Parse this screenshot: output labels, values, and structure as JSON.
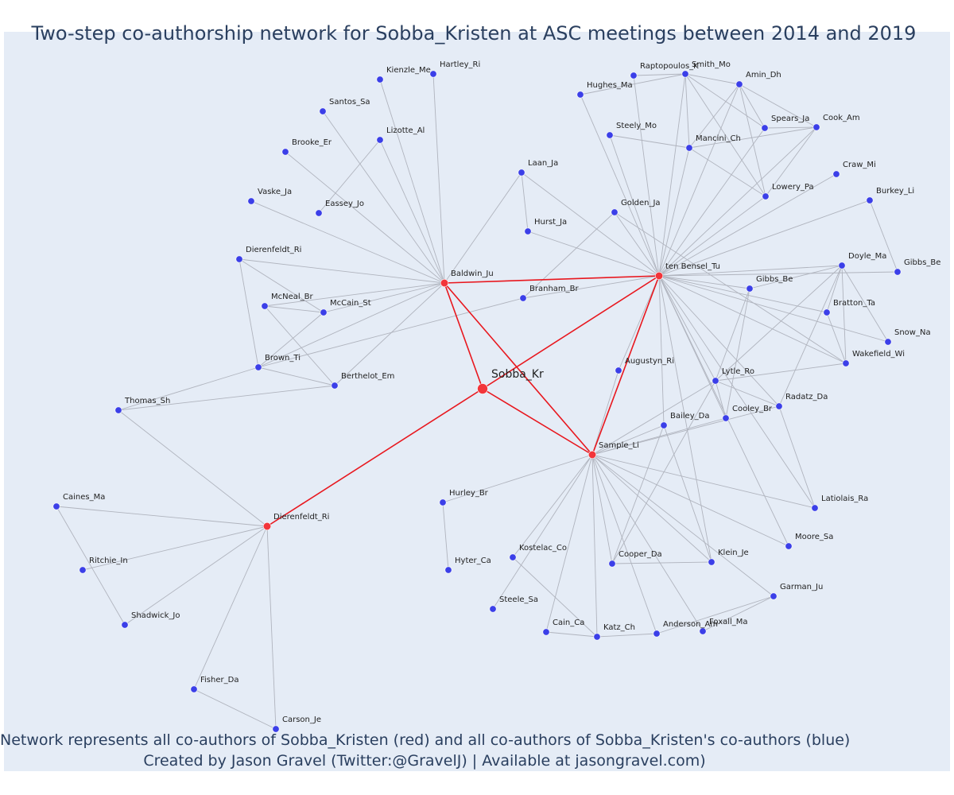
{
  "title": "Two-step co-authorship network for Sobba_Kristen at ASC meetings between 2014 and 2019",
  "caption": {
    "line1": "Network represents all co-authors of Sobba_Kristen (red) and all co-authors of Sobba_Kristen's co-authors (blue)",
    "line2": "Created by Jason Gravel (Twitter:@GravelJ) | Available at jasongravel.com)"
  },
  "colors": {
    "background": "#e5ecf6",
    "edge": "#b0b4be",
    "center_edge": "#e8171e",
    "center_node": "#f2353a",
    "coauthor_node": "#f2353a",
    "second_node": "#3b3fe8",
    "text": "#2a3f5f"
  },
  "nodes": [
    {
      "id": "sobba",
      "label": "Sobba_Kr",
      "group": "center"
    },
    {
      "id": "baldwin",
      "label": "Baldwin_Ju",
      "group": "coauthor"
    },
    {
      "id": "tenbensel",
      "label": "ten Bensel_Tu",
      "group": "coauthor"
    },
    {
      "id": "sample",
      "label": "Sample_Li",
      "group": "coauthor"
    },
    {
      "id": "dierenfeldt1",
      "label": "Dierenfeldt_Ri",
      "group": "coauthor"
    },
    {
      "id": "hartley",
      "label": "Hartley_Ri",
      "group": "second"
    },
    {
      "id": "kienzle",
      "label": "Kienzle_Me",
      "group": "second"
    },
    {
      "id": "santos",
      "label": "Santos_Sa",
      "group": "second"
    },
    {
      "id": "lizotte",
      "label": "Lizotte_Al",
      "group": "second"
    },
    {
      "id": "brooke",
      "label": "Brooke_Er",
      "group": "second"
    },
    {
      "id": "laan",
      "label": "Laan_Ja",
      "group": "second"
    },
    {
      "id": "vaske",
      "label": "Vaske_Ja",
      "group": "second"
    },
    {
      "id": "eassey",
      "label": "Eassey_Jo",
      "group": "second"
    },
    {
      "id": "hurst",
      "label": "Hurst_Ja",
      "group": "second"
    },
    {
      "id": "dierenfeldt2",
      "label": "Dierenfeldt_Ri",
      "group": "second"
    },
    {
      "id": "mcneal",
      "label": "McNeal_Br",
      "group": "second"
    },
    {
      "id": "mccain",
      "label": "McCain_St",
      "group": "second"
    },
    {
      "id": "branham",
      "label": "Branham_Br",
      "group": "second"
    },
    {
      "id": "brown",
      "label": "Brown_Ti",
      "group": "second"
    },
    {
      "id": "berthelot",
      "label": "Berthelot_Em",
      "group": "second"
    },
    {
      "id": "thomas",
      "label": "Thomas_Sh",
      "group": "second"
    },
    {
      "id": "raptopoulos",
      "label": "Raptopoulos_K",
      "group": "second"
    },
    {
      "id": "smith",
      "label": "Smith_Mo",
      "group": "second"
    },
    {
      "id": "amin",
      "label": "Amin_Dh",
      "group": "second"
    },
    {
      "id": "hughes",
      "label": "Hughes_Ma",
      "group": "second"
    },
    {
      "id": "spears",
      "label": "Spears_Ja",
      "group": "second"
    },
    {
      "id": "cook",
      "label": "Cook_Am",
      "group": "second"
    },
    {
      "id": "steely",
      "label": "Steely_Mo",
      "group": "second"
    },
    {
      "id": "mancini",
      "label": "Mancini_Ch",
      "group": "second"
    },
    {
      "id": "craw",
      "label": "Craw_Mi",
      "group": "second"
    },
    {
      "id": "lowery",
      "label": "Lowery_Pa",
      "group": "second"
    },
    {
      "id": "golden",
      "label": "Golden_Ja",
      "group": "second"
    },
    {
      "id": "burkey",
      "label": "Burkey_Li",
      "group": "second"
    },
    {
      "id": "doyle",
      "label": "Doyle_Ma",
      "group": "second"
    },
    {
      "id": "gibbs1",
      "label": "Gibbs_Be",
      "group": "second"
    },
    {
      "id": "gibbs2",
      "label": "Gibbs_Be",
      "group": "second"
    },
    {
      "id": "bratton",
      "label": "Bratton_Ta",
      "group": "second"
    },
    {
      "id": "snow",
      "label": "Snow_Na",
      "group": "second"
    },
    {
      "id": "wakefield",
      "label": "Wakefield_Wi",
      "group": "second"
    },
    {
      "id": "augustyn",
      "label": "Augustyn_Ri",
      "group": "second"
    },
    {
      "id": "lytle",
      "label": "Lytle_Ro",
      "group": "second"
    },
    {
      "id": "radatz",
      "label": "Radatz_Da",
      "group": "second"
    },
    {
      "id": "cooley",
      "label": "Cooley_Br",
      "group": "second"
    },
    {
      "id": "bailey",
      "label": "Bailey_Da",
      "group": "second"
    },
    {
      "id": "hurley",
      "label": "Hurley_Br",
      "group": "second"
    },
    {
      "id": "latiolais",
      "label": "Latiolais_Ra",
      "group": "second"
    },
    {
      "id": "hyter",
      "label": "Hyter_Ca",
      "group": "second"
    },
    {
      "id": "kostelac",
      "label": "Kostelac_Co",
      "group": "second"
    },
    {
      "id": "moore",
      "label": "Moore_Sa",
      "group": "second"
    },
    {
      "id": "cooper",
      "label": "Cooper_Da",
      "group": "second"
    },
    {
      "id": "klein",
      "label": "Klein_Je",
      "group": "second"
    },
    {
      "id": "garman",
      "label": "Garman_Ju",
      "group": "second"
    },
    {
      "id": "steele",
      "label": "Steele_Sa",
      "group": "second"
    },
    {
      "id": "cain",
      "label": "Cain_Ca",
      "group": "second"
    },
    {
      "id": "katz",
      "label": "Katz_Ch",
      "group": "second"
    },
    {
      "id": "anderson",
      "label": "Anderson_Am",
      "group": "second"
    },
    {
      "id": "foxall",
      "label": "Foxall_Ma",
      "group": "second"
    },
    {
      "id": "caines",
      "label": "Caines_Ma",
      "group": "second"
    },
    {
      "id": "ritchie",
      "label": "Ritchie_In",
      "group": "second"
    },
    {
      "id": "shadwick",
      "label": "Shadwick_Jo",
      "group": "second"
    },
    {
      "id": "fisher",
      "label": "Fisher_Da",
      "group": "second"
    },
    {
      "id": "carson",
      "label": "Carson_Je",
      "group": "second"
    }
  ],
  "edges": [
    [
      "sobba",
      "baldwin"
    ],
    [
      "sobba",
      "tenbensel"
    ],
    [
      "sobba",
      "sample"
    ],
    [
      "sobba",
      "dierenfeldt1"
    ],
    [
      "baldwin",
      "tenbensel"
    ],
    [
      "baldwin",
      "sample"
    ],
    [
      "tenbensel",
      "sample"
    ],
    [
      "baldwin",
      "hartley"
    ],
    [
      "baldwin",
      "kienzle"
    ],
    [
      "baldwin",
      "santos"
    ],
    [
      "baldwin",
      "lizotte"
    ],
    [
      "baldwin",
      "brooke"
    ],
    [
      "baldwin",
      "vaske"
    ],
    [
      "baldwin",
      "laan"
    ],
    [
      "baldwin",
      "dierenfeldt2"
    ],
    [
      "baldwin",
      "mccain"
    ],
    [
      "baldwin",
      "mcneal"
    ],
    [
      "baldwin",
      "brown"
    ],
    [
      "baldwin",
      "berthelot"
    ],
    [
      "lizotte",
      "eassey"
    ],
    [
      "laan",
      "hurst"
    ],
    [
      "laan",
      "tenbensel"
    ],
    [
      "hurst",
      "tenbensel"
    ],
    [
      "dierenfeldt2",
      "mccain"
    ],
    [
      "dierenfeldt2",
      "brown"
    ],
    [
      "mcneal",
      "mccain"
    ],
    [
      "mcneal",
      "berthelot"
    ],
    [
      "mccain",
      "brown"
    ],
    [
      "brown",
      "berthelot"
    ],
    [
      "brown",
      "thomas"
    ],
    [
      "thomas",
      "berthelot"
    ],
    [
      "thomas",
      "dierenfeldt1"
    ],
    [
      "branham",
      "tenbensel"
    ],
    [
      "branham",
      "brown"
    ],
    [
      "golden",
      "branham"
    ],
    [
      "tenbensel",
      "raptopoulos"
    ],
    [
      "tenbensel",
      "smith"
    ],
    [
      "tenbensel",
      "amin"
    ],
    [
      "tenbensel",
      "hughes"
    ],
    [
      "tenbensel",
      "spears"
    ],
    [
      "tenbensel",
      "cook"
    ],
    [
      "tenbensel",
      "steely"
    ],
    [
      "tenbensel",
      "mancini"
    ],
    [
      "tenbensel",
      "craw"
    ],
    [
      "tenbensel",
      "lowery"
    ],
    [
      "tenbensel",
      "golden"
    ],
    [
      "tenbensel",
      "burkey"
    ],
    [
      "tenbensel",
      "doyle"
    ],
    [
      "tenbensel",
      "gibbs1"
    ],
    [
      "tenbensel",
      "gibbs2"
    ],
    [
      "tenbensel",
      "bratton"
    ],
    [
      "tenbensel",
      "snow"
    ],
    [
      "tenbensel",
      "wakefield"
    ],
    [
      "tenbensel",
      "lytle"
    ],
    [
      "tenbensel",
      "radatz"
    ],
    [
      "tenbensel",
      "cooley"
    ],
    [
      "tenbensel",
      "bailey"
    ],
    [
      "tenbensel",
      "latiolais"
    ],
    [
      "tenbensel",
      "moore"
    ],
    [
      "tenbensel",
      "klein"
    ],
    [
      "tenbensel",
      "augustyn"
    ],
    [
      "golden",
      "wakefield"
    ],
    [
      "smith",
      "hughes"
    ],
    [
      "smith",
      "amin"
    ],
    [
      "smith",
      "spears"
    ],
    [
      "smith",
      "mancini"
    ],
    [
      "smith",
      "lowery"
    ],
    [
      "amin",
      "cook"
    ],
    [
      "amin",
      "spears"
    ],
    [
      "amin",
      "lowery"
    ],
    [
      "amin",
      "mancini"
    ],
    [
      "raptopoulos",
      "smith"
    ],
    [
      "cook",
      "mancini"
    ],
    [
      "cook",
      "lowery"
    ],
    [
      "cook",
      "spears"
    ],
    [
      "steely",
      "mancini"
    ],
    [
      "mancini",
      "lowery"
    ],
    [
      "burkey",
      "gibbs1"
    ],
    [
      "doyle",
      "gibbs2"
    ],
    [
      "doyle",
      "wakefield"
    ],
    [
      "doyle",
      "snow"
    ],
    [
      "doyle",
      "bratton"
    ],
    [
      "doyle",
      "lytle"
    ],
    [
      "doyle",
      "radatz"
    ],
    [
      "gibbs2",
      "cooley"
    ],
    [
      "gibbs2",
      "lytle"
    ],
    [
      "wakefield",
      "lytle"
    ],
    [
      "wakefield",
      "bratton"
    ],
    [
      "lytle",
      "radatz"
    ],
    [
      "lytle",
      "cooley"
    ],
    [
      "sample",
      "augustyn"
    ],
    [
      "sample",
      "lytle"
    ],
    [
      "sample",
      "cooley"
    ],
    [
      "sample",
      "bailey"
    ],
    [
      "sample",
      "radatz"
    ],
    [
      "sample",
      "hurley"
    ],
    [
      "sample",
      "latiolais"
    ],
    [
      "sample",
      "kostelac"
    ],
    [
      "sample",
      "moore"
    ],
    [
      "sample",
      "cooper"
    ],
    [
      "sample",
      "klein"
    ],
    [
      "sample",
      "steele"
    ],
    [
      "sample",
      "cain"
    ],
    [
      "sample",
      "katz"
    ],
    [
      "sample",
      "anderson"
    ],
    [
      "sample",
      "foxall"
    ],
    [
      "sample",
      "garman"
    ],
    [
      "hurley",
      "hyter"
    ],
    [
      "kostelac",
      "katz"
    ],
    [
      "cain",
      "katz"
    ],
    [
      "katz",
      "anderson"
    ],
    [
      "anderson",
      "garman"
    ],
    [
      "foxall",
      "garman"
    ],
    [
      "cooper",
      "klein"
    ],
    [
      "bailey",
      "cooper"
    ],
    [
      "bailey",
      "klein"
    ],
    [
      "lytle",
      "cooper"
    ],
    [
      "radatz",
      "latiolais"
    ],
    [
      "dierenfeldt1",
      "caines"
    ],
    [
      "dierenfeldt1",
      "ritchie"
    ],
    [
      "dierenfeldt1",
      "shadwick"
    ],
    [
      "dierenfeldt1",
      "fisher"
    ],
    [
      "dierenfeldt1",
      "carson"
    ],
    [
      "caines",
      "shadwick"
    ],
    [
      "fisher",
      "carson"
    ]
  ]
}
